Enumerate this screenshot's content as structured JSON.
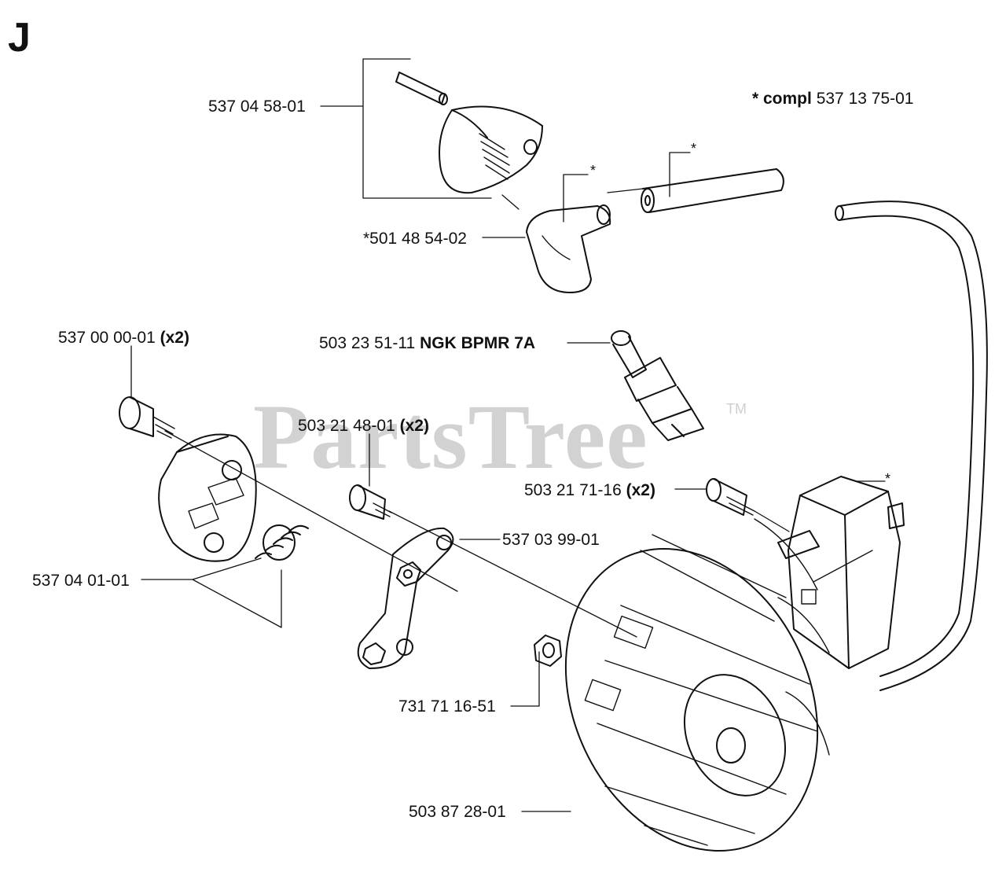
{
  "section_letter": "J",
  "watermark": {
    "brand": "PartsTree",
    "trademark": "TM"
  },
  "kit_note": {
    "prefix": "* compl",
    "number": "537 13 75-01"
  },
  "asterisk": "*",
  "callouts": [
    {
      "id": "boot-cover",
      "number": "537 04 58-01",
      "suffix": ""
    },
    {
      "id": "plug-cap",
      "number": "*501 48 54-02",
      "suffix": ""
    },
    {
      "id": "flange-screw",
      "number": "537 00 00-01",
      "suffix": "(x2)"
    },
    {
      "id": "spark-plug",
      "number": "503 23 51-11",
      "suffix": "NGK BPMR 7A"
    },
    {
      "id": "plate-screw",
      "number": "503 21 48-01",
      "suffix": "(x2)"
    },
    {
      "id": "module-screw",
      "number": "503 21 71-16",
      "suffix": "(x2)"
    },
    {
      "id": "link-plate",
      "number": "537 03 99-01",
      "suffix": ""
    },
    {
      "id": "clutch-hub",
      "number": "537 04 01-01",
      "suffix": ""
    },
    {
      "id": "flywheel-nut",
      "number": "731 71 16-51",
      "suffix": ""
    },
    {
      "id": "flywheel",
      "number": "503 87 28-01",
      "suffix": ""
    }
  ]
}
